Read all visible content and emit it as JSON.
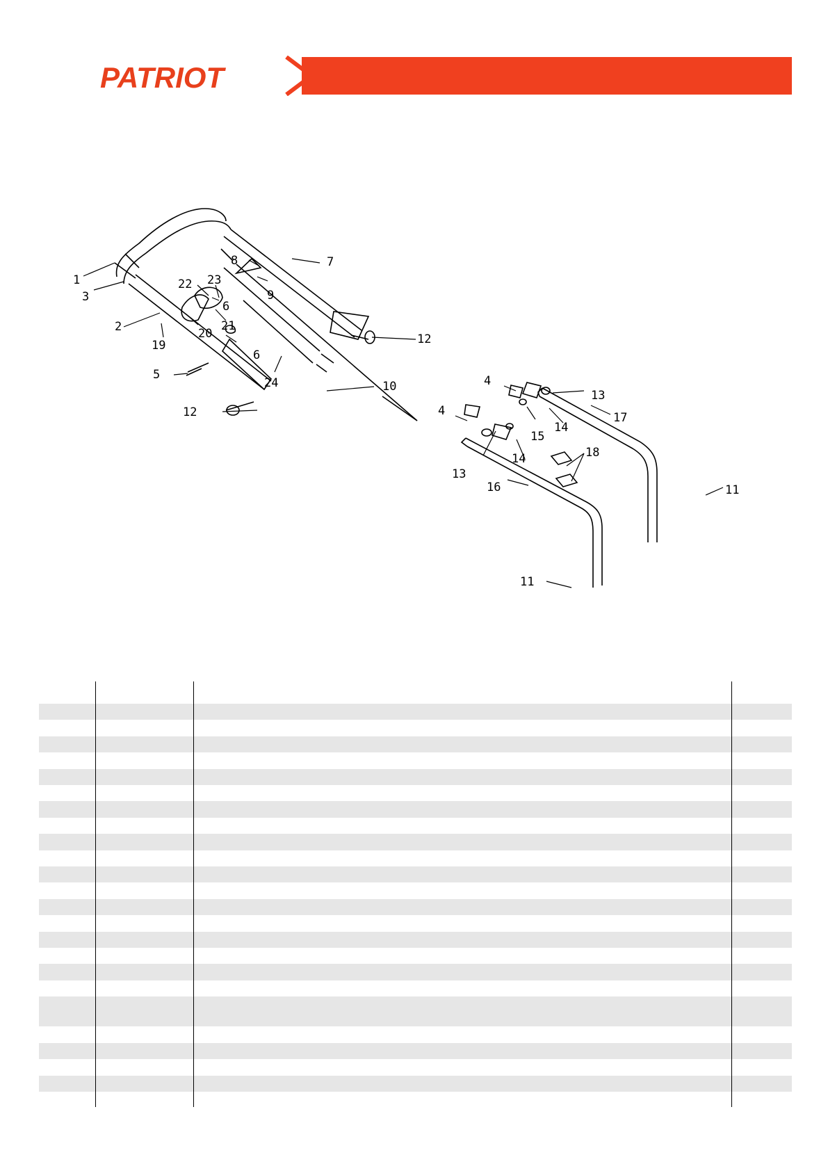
{
  "brand": {
    "name": "PATRIOT",
    "accent_color": "#f0401f",
    "text_color": "#e8401c"
  },
  "diagram": {
    "callouts": [
      "1",
      "2",
      "3",
      "4",
      "5",
      "6",
      "7",
      "8",
      "9",
      "10",
      "11",
      "12",
      "13",
      "14",
      "15",
      "16",
      "17",
      "18",
      "19",
      "20",
      "21",
      "22",
      "23",
      "24"
    ]
  },
  "table": {
    "row_count": 24,
    "tall_rows": [
      18
    ],
    "shade_color": "#e6e6e6"
  }
}
